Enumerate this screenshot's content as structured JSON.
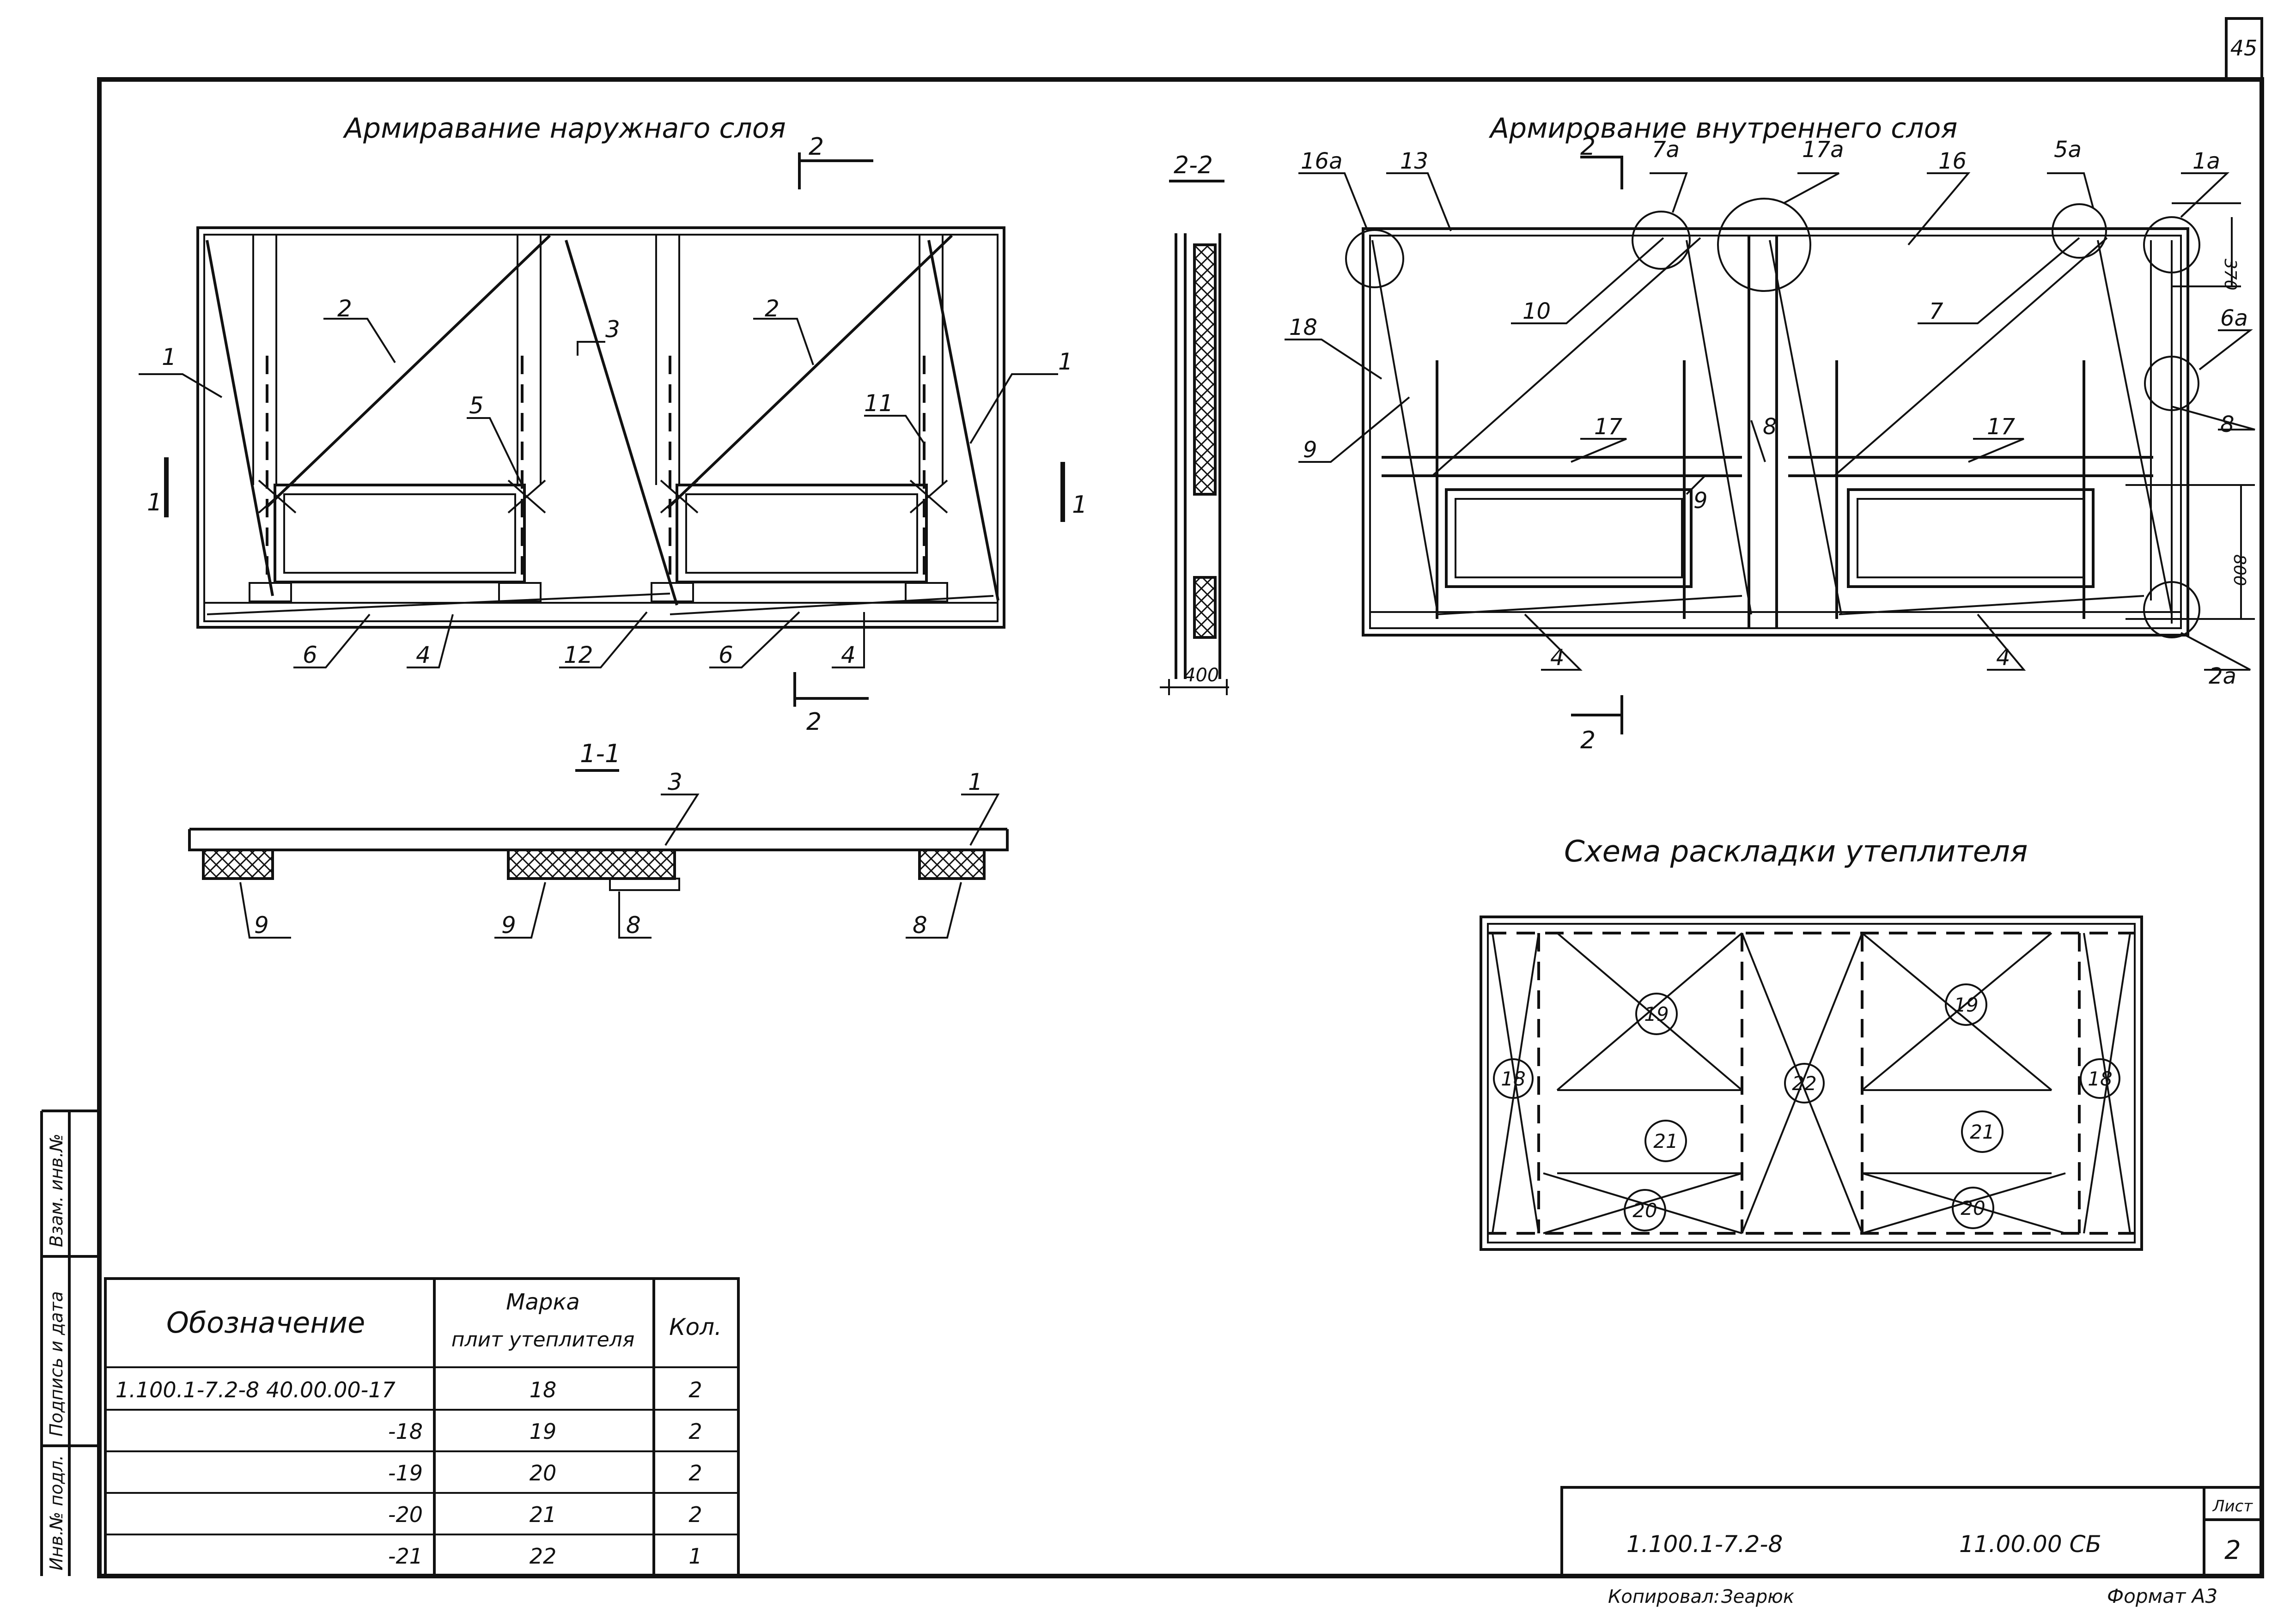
{
  "sheet": {
    "corner_number": "45",
    "titles": {
      "outer_layer": "Армиравание наружнаго слоя",
      "inner_layer": "Армирование внутреннего слоя",
      "insulation_scheme": "Схема раскладки утеплителя"
    },
    "sections": {
      "s11": "1-1",
      "s22": "2-2",
      "mark_1": "1",
      "mark_2": "2"
    },
    "dims": {
      "d400": "400",
      "d370": "370",
      "d800": "800"
    },
    "outer_callouts": [
      "1",
      "2",
      "3",
      "5",
      "11",
      "2",
      "1",
      "6",
      "4",
      "12",
      "6",
      "4"
    ],
    "inner_callouts": [
      "16а",
      "13",
      "7а",
      "17а",
      "16",
      "5а",
      "1а",
      "6а",
      "10",
      "7",
      "18",
      "9",
      "17",
      "17",
      "8",
      "9",
      "8",
      "4",
      "4",
      "2а"
    ],
    "section_callouts": [
      "3",
      "1",
      "9",
      "9",
      "8",
      "8"
    ],
    "scheme_marks": [
      "18",
      "19",
      "22",
      "19",
      "18",
      "21",
      "21",
      "20",
      "20"
    ]
  },
  "table": {
    "headers": {
      "designation": "Обозначение",
      "mark_line1": "Марка",
      "mark_line2": "плит утеплителя",
      "qty": "Кол."
    },
    "rows": [
      {
        "designation": "1.100.1-7.2-8   40.00.00-17",
        "mark": "18",
        "qty": "2"
      },
      {
        "designation": "-18",
        "mark": "19",
        "qty": "2"
      },
      {
        "designation": "-19",
        "mark": "20",
        "qty": "2"
      },
      {
        "designation": "-20",
        "mark": "21",
        "qty": "2"
      },
      {
        "designation": "-21",
        "mark": "22",
        "qty": "1"
      }
    ]
  },
  "side_stamp": [
    "Инв.№ подл.",
    "Подпись и дата",
    "Взам. инв.№"
  ],
  "title_block": {
    "code": "1.100.1-7.2-8",
    "doc": "11.00.00 СБ",
    "sheet_label": "Лист",
    "sheet_no": "2"
  },
  "footer": {
    "copied": "Копировал:",
    "copied_sign": "Зеарюк",
    "format": "Формат А3"
  }
}
